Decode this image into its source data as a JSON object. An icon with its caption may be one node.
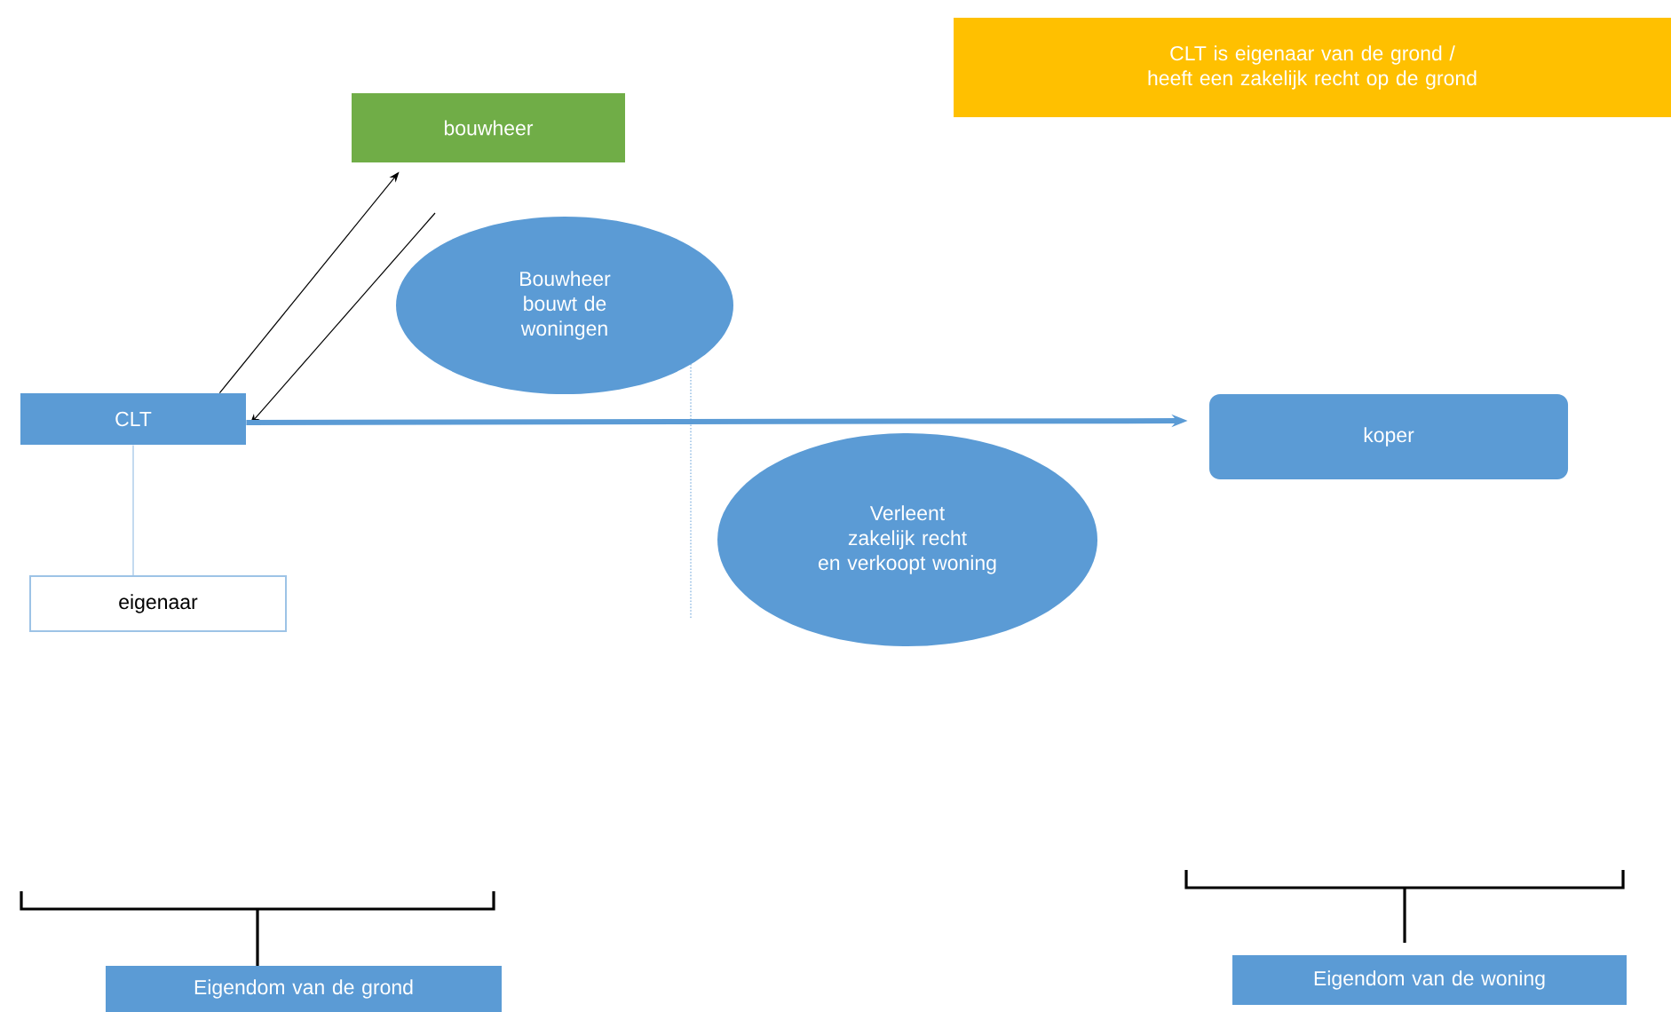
{
  "diagram": {
    "nodes": [
      {
        "text": [
          "CLT is eigenaar van de grond / heeft een zakelijk recht op de grond"
        ]
      },
      {
        "text": [
          "bouwheer"
        ]
      },
      {
        "text": [
          "Bouwheer bouwt de woningen"
        ]
      },
      {
        "text": [
          "CLT"
        ]
      },
      {
        "text": [
          "koper"
        ]
      },
      {
        "text": [
          "Verleent zakelijk recht en verkoopt woning"
        ]
      },
      {
        "text": [
          "eigenaar"
        ]
      },
      {
        "text": [
          "Eigendom van de woning"
        ]
      },
      {
        "text": [
          "Eigendom van de grond"
        ]
      }
    ],
    "edges": [
      {
        "from": 3,
        "to": 1,
        "arrow": "to"
      },
      {
        "from": null,
        "to": 3,
        "arrow": "to"
      },
      {
        "from": 3,
        "to": 4,
        "arrow": "to",
        "style": "thick",
        "color": "#5b9bd5"
      },
      {
        "from": 3,
        "to": 6,
        "arrow": "none",
        "color": "#9dc3e6"
      }
    ]
  }
}
